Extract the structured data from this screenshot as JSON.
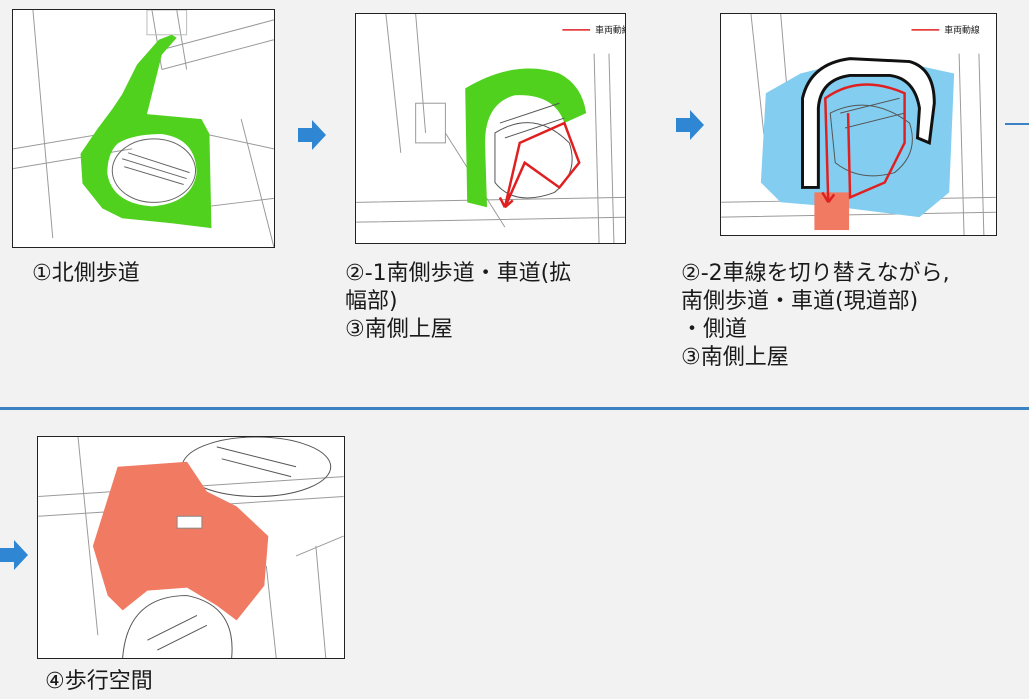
{
  "legend": {
    "route_label": "車両動線",
    "route_color": "#e02020"
  },
  "colors": {
    "green": "#4fd11e",
    "blue": "#82cdf0",
    "salmon": "#f07a62",
    "arrow": "#2f86d3",
    "divider": "#3b82c4"
  },
  "steps": [
    {
      "id": "step-1",
      "caption": "①北側歩道"
    },
    {
      "id": "step-2-1",
      "caption": "②-1南側歩道・車道(拡\n幅部)\n③南側上屋"
    },
    {
      "id": "step-2-2",
      "caption": "②-2車線を切り替えながら,\n南側歩道・車道(現道部)\n・側道\n③南側上屋"
    },
    {
      "id": "step-4",
      "caption": "④歩行空間"
    }
  ]
}
